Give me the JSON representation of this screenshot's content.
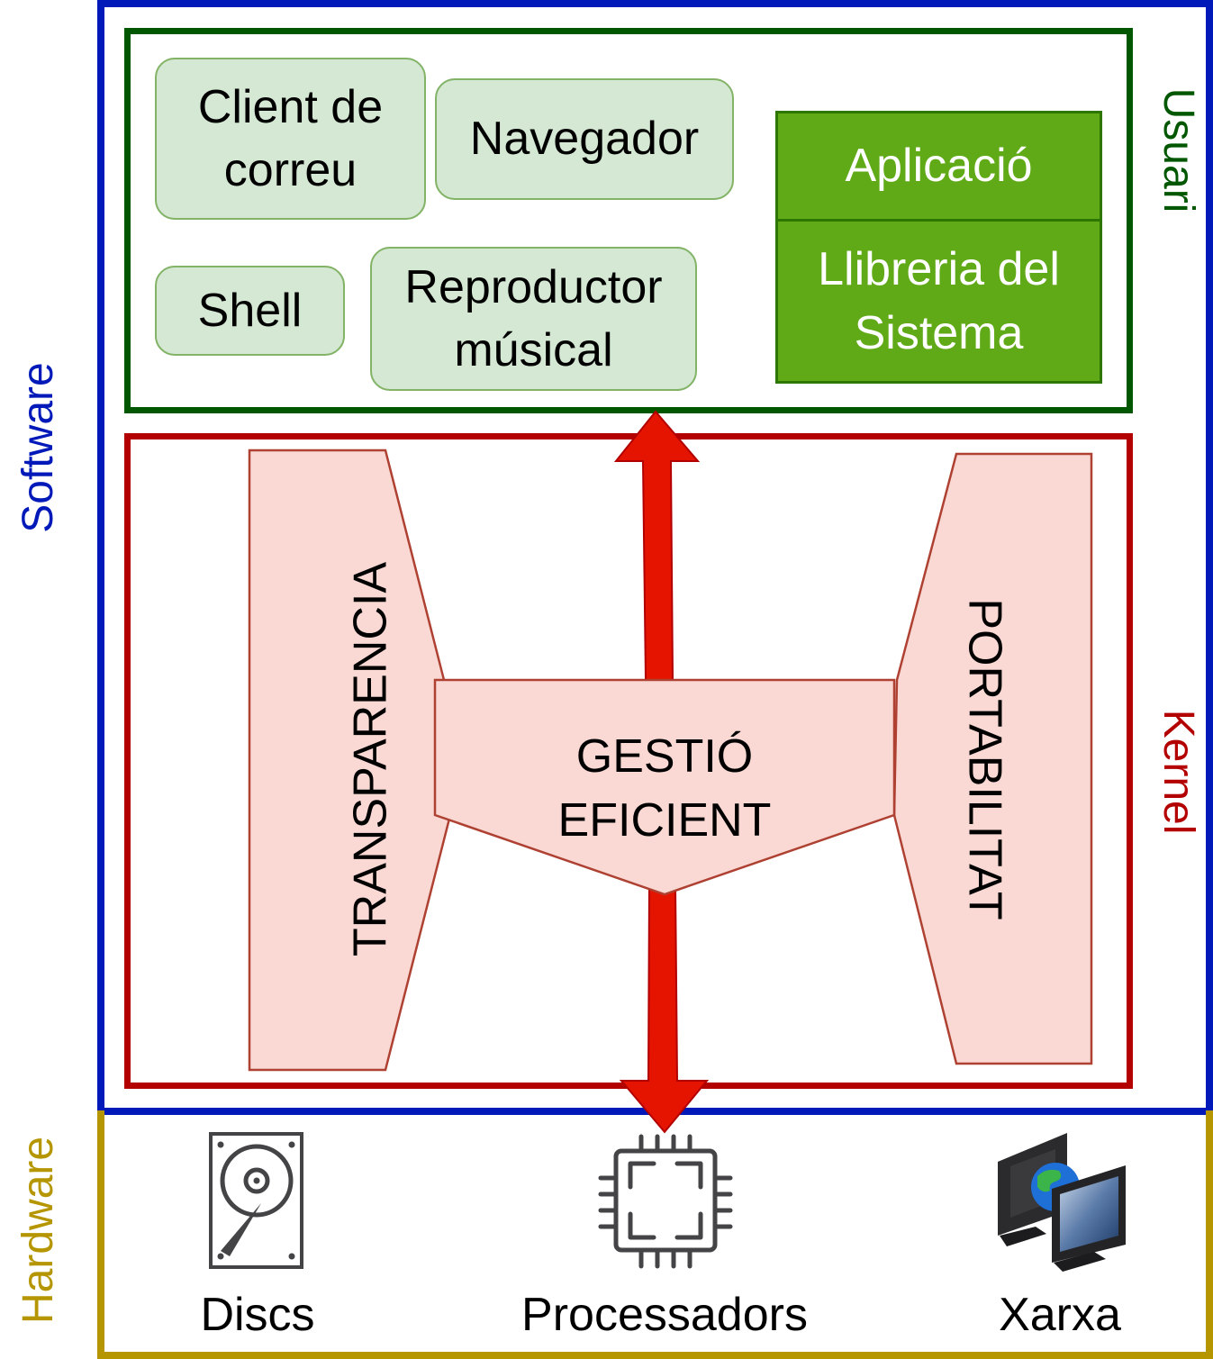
{
  "layers": {
    "software_label": "Software",
    "hardware_label": "Hardware",
    "user_label": "Usuari",
    "kernel_label": "Kernel"
  },
  "user_space": {
    "apps": [
      {
        "line1": "Client de",
        "line2": "correu"
      },
      {
        "line1": "Navegador"
      },
      {
        "line1": "Shell"
      },
      {
        "line1": "Reproductor",
        "line2": "músical"
      }
    ],
    "stack": {
      "top": "Aplicació",
      "bottom_line1": "Llibreria del",
      "bottom_line2": "Sistema"
    }
  },
  "kernel": {
    "left_principle": "TRANSPARENCIA",
    "center_line1": "GESTIÓ",
    "center_line2": "EFICIENT",
    "right_principle": "PORTABILITAT"
  },
  "hardware": {
    "items": [
      {
        "label": "Discs",
        "icon": "hard-disk-icon"
      },
      {
        "label": "Processadors",
        "icon": "cpu-chip-icon"
      },
      {
        "label": "Xarxa",
        "icon": "network-computers-icon"
      }
    ]
  },
  "colors": {
    "software": "#0019b8",
    "hardware": "#b59600",
    "user": "#005700",
    "kernel": "#b30000",
    "arrow": "#e51400",
    "principle_fill": "#fad9d5",
    "principle_stroke": "#ae4132",
    "app_fill": "#d5e8d4",
    "app_stroke": "#82b366",
    "stack_fill": "#60a917"
  }
}
